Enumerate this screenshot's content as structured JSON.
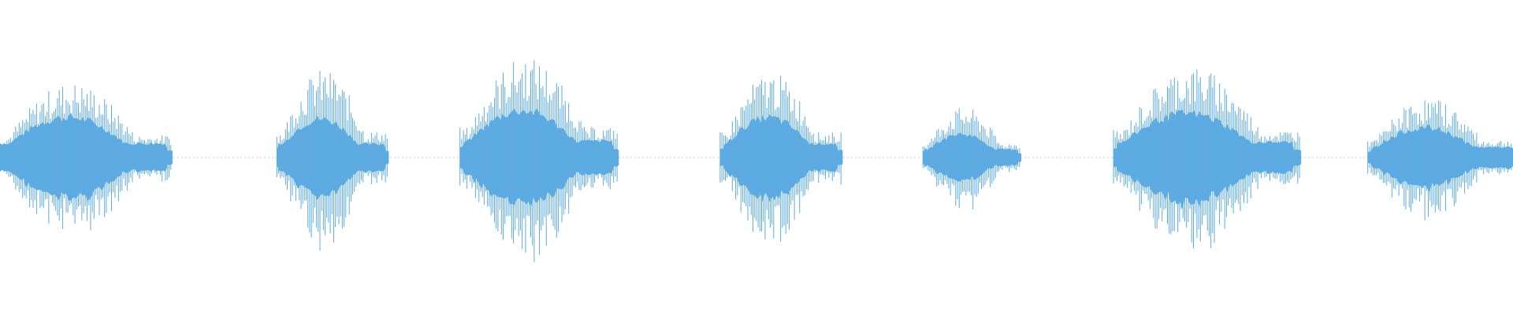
{
  "waveform": {
    "color": "#5dabe2",
    "background": "#ffffff",
    "segments": [
      {
        "label": "",
        "start_frac": 0.0,
        "end_frac": 0.114,
        "peak": 0.24,
        "body": 0.18
      },
      {
        "label": "",
        "start_frac": 0.183,
        "end_frac": 0.257,
        "peak": 0.28,
        "body": 0.16
      },
      {
        "label": "",
        "start_frac": 0.304,
        "end_frac": 0.409,
        "peak": 0.32,
        "body": 0.2
      },
      {
        "label": "",
        "start_frac": 0.476,
        "end_frac": 0.557,
        "peak": 0.27,
        "body": 0.17
      },
      {
        "label": "",
        "start_frac": 0.61,
        "end_frac": 0.675,
        "peak": 0.16,
        "body": 0.1
      },
      {
        "label": "",
        "start_frac": 0.736,
        "end_frac": 0.86,
        "peak": 0.29,
        "body": 0.19
      },
      {
        "label": "",
        "start_frac": 0.904,
        "end_frac": 1.0,
        "peak": 0.19,
        "body": 0.13
      }
    ]
  }
}
